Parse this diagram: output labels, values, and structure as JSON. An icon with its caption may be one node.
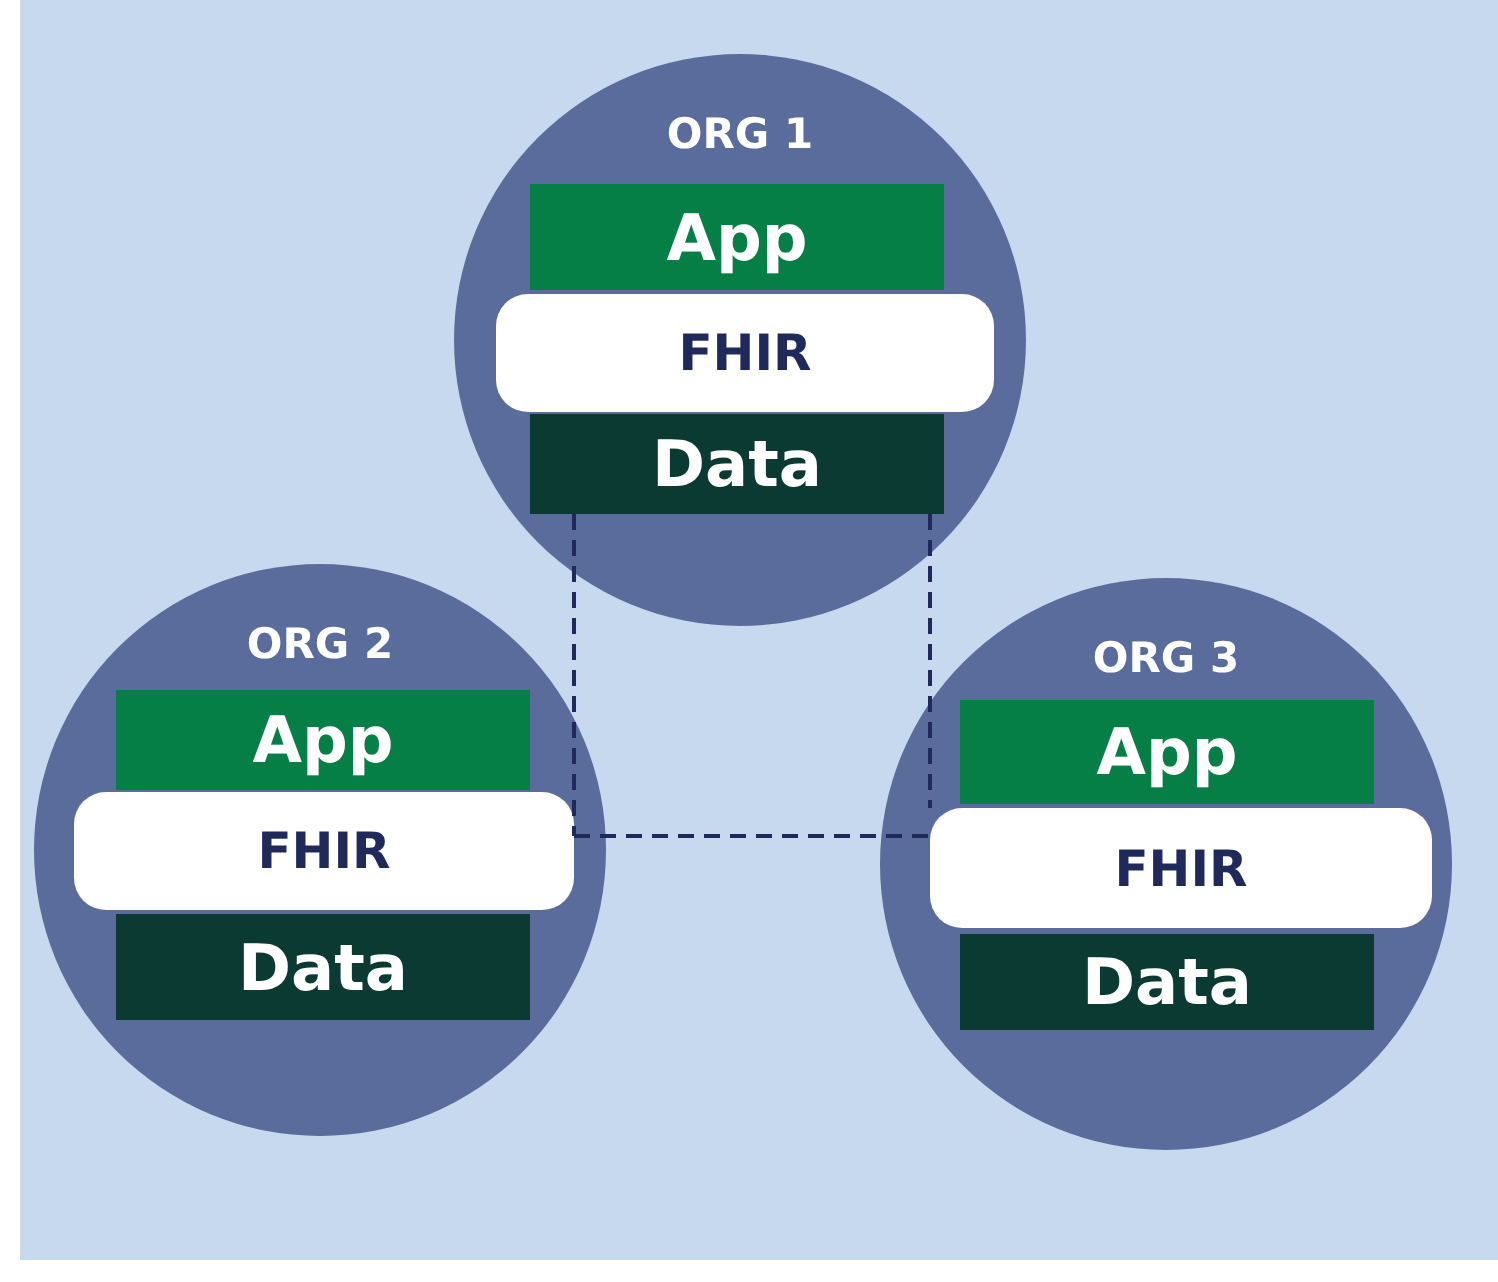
{
  "diagram": {
    "nodes": [
      {
        "text": [
          "ORG 1"
        ]
      },
      {
        "text": [
          "App"
        ],
        "in": 0
      },
      {
        "text": [
          "FHIR"
        ],
        "in": 0
      },
      {
        "text": [
          "Data"
        ],
        "in": 0
      },
      {
        "text": [
          "ORG 2"
        ]
      },
      {
        "text": [
          "App"
        ],
        "in": 4
      },
      {
        "text": [
          "FHIR"
        ],
        "in": 4
      },
      {
        "text": [
          "Data"
        ],
        "in": 4
      },
      {
        "text": [
          "ORG 3"
        ]
      },
      {
        "text": [
          "App"
        ],
        "in": 8
      },
      {
        "text": [
          "FHIR"
        ],
        "in": 8
      },
      {
        "text": [
          "Data"
        ],
        "in": 8
      }
    ],
    "edges": [
      {
        "from": 3,
        "to": 6,
        "arrow": "none",
        "style": "dashed"
      },
      {
        "from": 3,
        "to": 10,
        "arrow": "none",
        "style": "dashed"
      },
      {
        "from": 6,
        "to": 10,
        "arrow": "none",
        "style": "dashed"
      }
    ]
  }
}
